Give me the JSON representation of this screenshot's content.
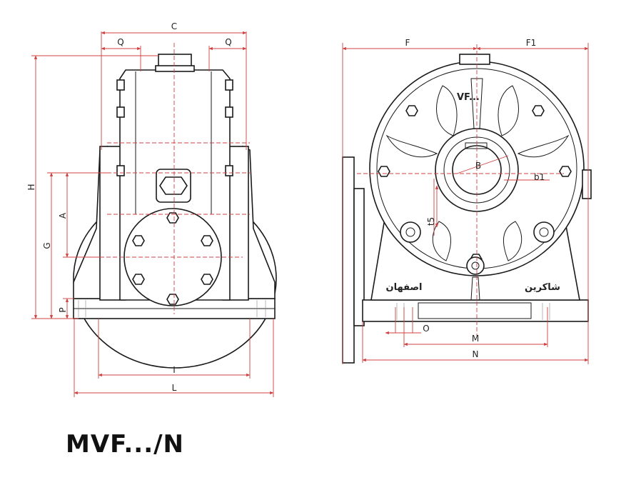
{
  "title": "MVF.../N",
  "front_view": {
    "dims": {
      "C": "C",
      "Q_left": "Q",
      "Q_right": "Q",
      "H": "H",
      "G": "G",
      "A": "A",
      "P": "P",
      "I": "I",
      "L": "L"
    }
  },
  "side_view": {
    "dims": {
      "F": "F",
      "F1": "F1",
      "B": "B",
      "b1": "b1",
      "t5": "t5",
      "O": "O",
      "M": "M",
      "N": "N"
    },
    "casting_label": "VF...",
    "brand_left": "اصفهان",
    "brand_right": "شاکرین"
  },
  "colors": {
    "outline": "#1a1a1a",
    "dimension": "#d04040"
  }
}
